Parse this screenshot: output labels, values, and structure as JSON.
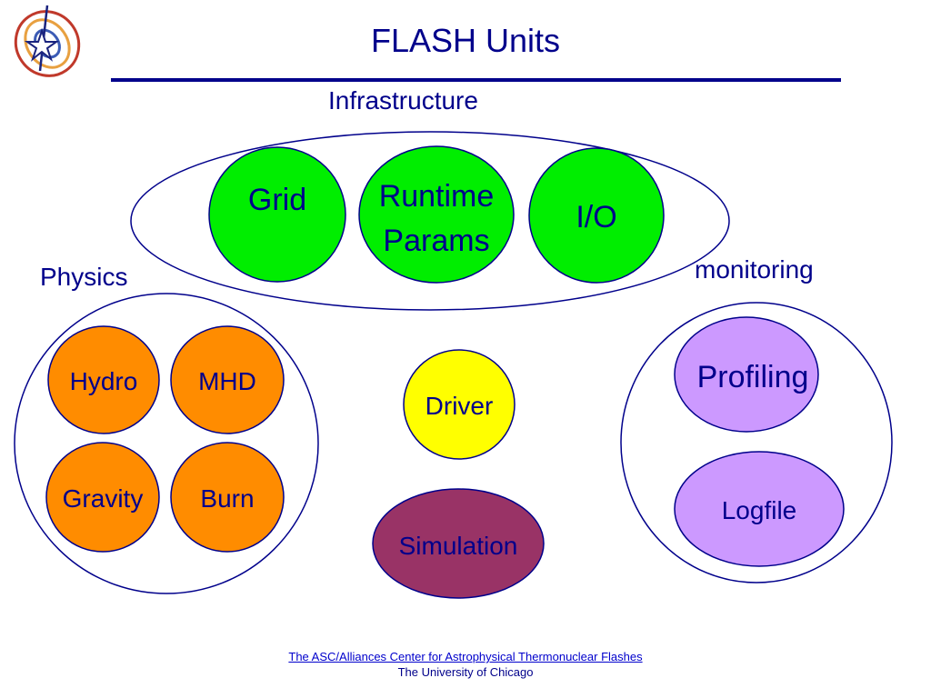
{
  "slide": {
    "title": "FLASH Units",
    "group_labels": {
      "infrastructure": "Infrastructure",
      "physics": "Physics",
      "monitoring": "monitoring"
    },
    "units": {
      "grid": "Grid",
      "runtime_params": [
        "Runtime",
        "Params"
      ],
      "io": "I/O",
      "hydro": "Hydro",
      "mhd": "MHD",
      "gravity": "Gravity",
      "burn": "Burn",
      "driver": "Driver",
      "simulation": "Simulation",
      "profiling": "Profiling",
      "logfile": "Logfile"
    },
    "footer": {
      "link": "The ASC/Alliances Center for Astrophysical Thermonuclear Flashes",
      "sub": "The University of Chicago"
    }
  },
  "colors": {
    "infrastructure_green": "#00ee00",
    "physics_orange": "#ff8c00",
    "driver_yellow": "#ffff00",
    "simulation_maroon": "#993366",
    "monitoring_purple": "#cc99ff",
    "outline_navy": "#00008b"
  },
  "logo_icon": "flash-center-logo-icon"
}
